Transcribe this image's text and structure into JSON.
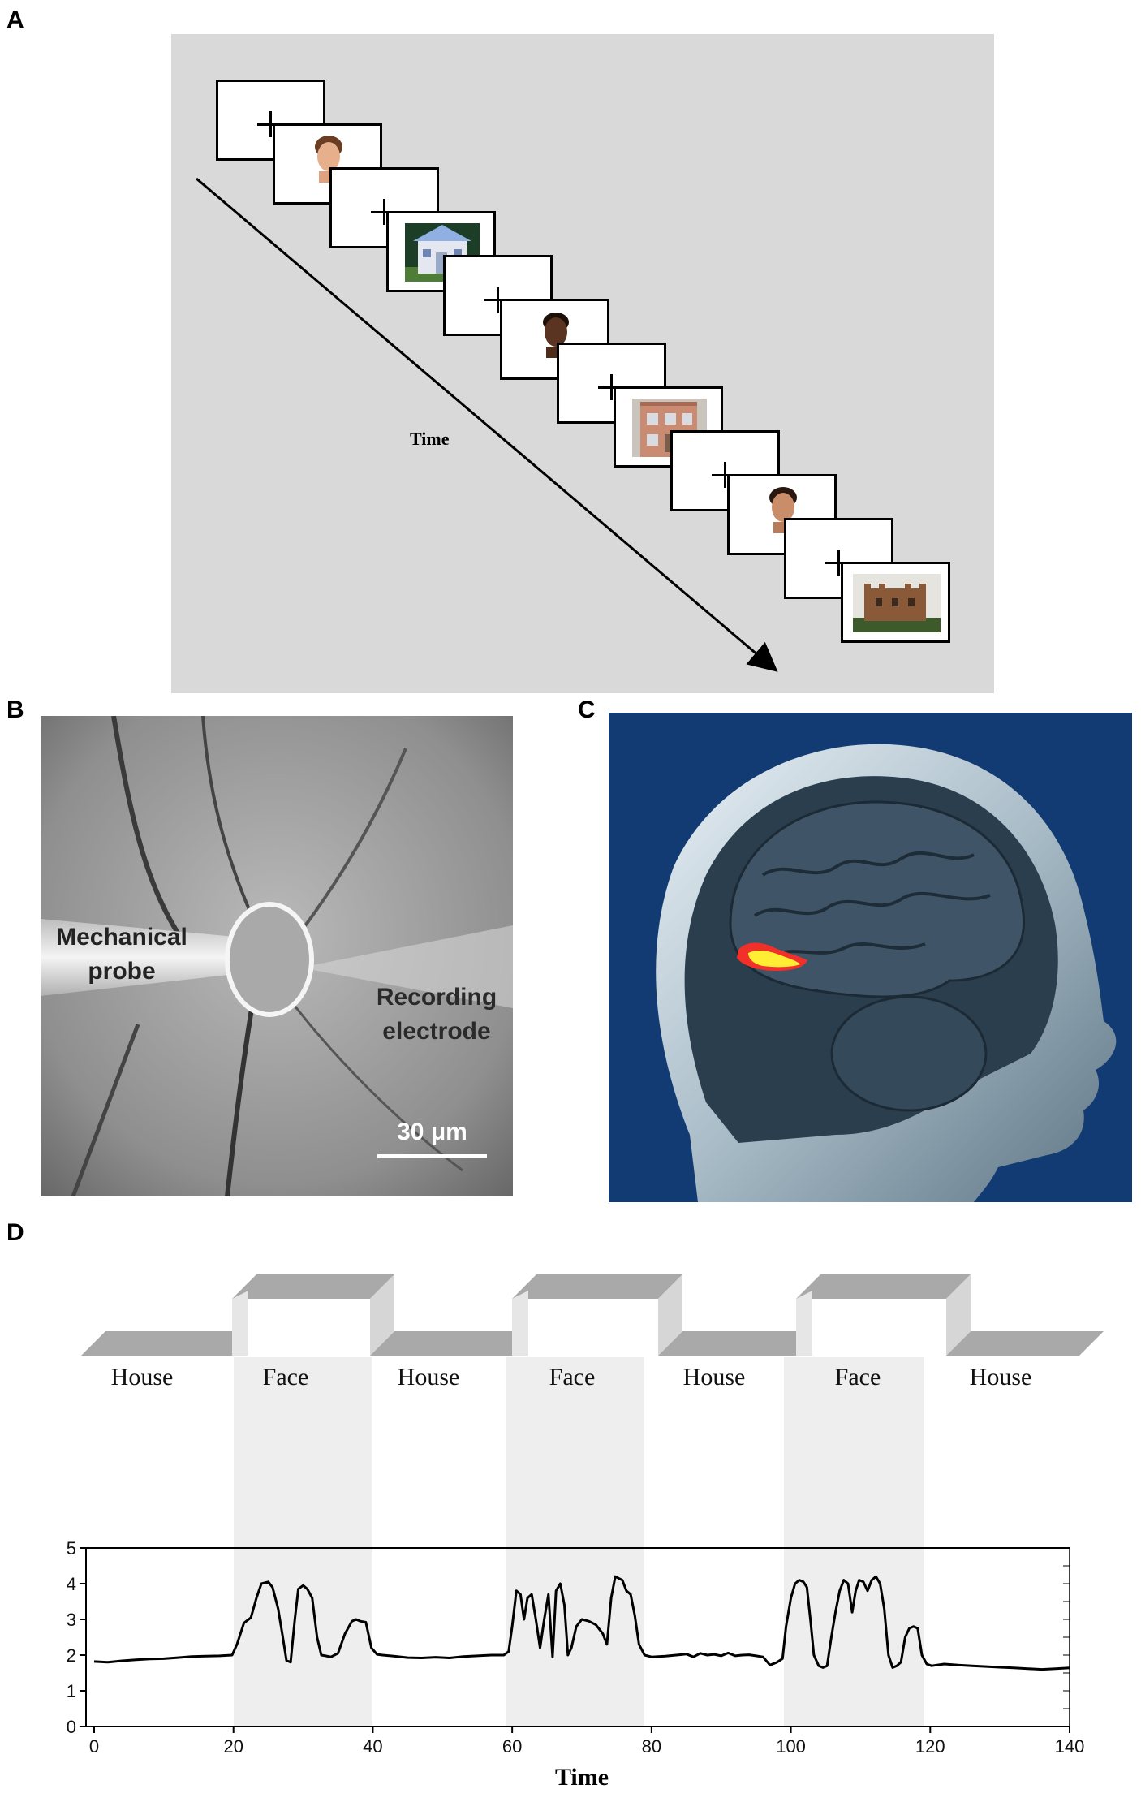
{
  "panels": {
    "a": {
      "letter": "A",
      "time_label": "Time"
    },
    "b": {
      "letter": "B",
      "probe_label": "Mechanical\nprobe",
      "electrode_label": "Recording\nelectrode",
      "scale_label": "30 μm"
    },
    "c": {
      "letter": "C"
    },
    "d": {
      "letter": "D",
      "blocks": [
        "House",
        "Face",
        "House",
        "Face",
        "House",
        "Face",
        "House"
      ]
    }
  },
  "colors": {
    "panel_a_bg": "#d9d9d9",
    "panel_c_bg": "#123b73",
    "activation_hot": "#f2302a",
    "activation_peak": "#ffee33",
    "block_shade": "#eeeeee"
  },
  "chart_data": {
    "type": "line",
    "xlabel": "Time",
    "ylabel": "",
    "xlim": [
      0,
      140
    ],
    "ylim": [
      0,
      5
    ],
    "xticks": [
      0,
      20,
      40,
      60,
      80,
      100,
      120,
      140
    ],
    "yticks": [
      0,
      1,
      2,
      3,
      4,
      5
    ],
    "shaded_intervals": [
      [
        20,
        40
      ],
      [
        59,
        79
      ],
      [
        99,
        119
      ]
    ],
    "series": [
      {
        "name": "",
        "x": [
          0,
          2,
          4,
          6,
          8,
          10,
          12,
          14,
          16,
          18,
          19.8,
          20.5,
          21.5,
          22.5,
          23.3,
          24,
          25,
          25.6,
          26.4,
          27,
          27.6,
          28.2,
          28.8,
          29.3,
          30,
          30.6,
          31.3,
          32,
          32.6,
          33.2,
          34,
          35,
          36,
          37,
          37.6,
          38.2,
          39,
          39.8,
          40.6,
          41.4,
          43,
          45,
          47,
          49,
          51,
          53,
          55,
          57,
          58.8,
          59.5,
          60,
          60.6,
          61.2,
          61.7,
          62.2,
          62.8,
          63.4,
          64,
          64.6,
          65.2,
          65.8,
          66.3,
          66.9,
          67.5,
          68,
          68.5,
          69.2,
          70,
          71,
          72,
          73,
          73.6,
          74.2,
          74.8,
          75.3,
          75.8,
          76.4,
          77,
          77.6,
          78.2,
          79,
          80,
          82,
          84,
          85,
          86,
          87,
          88,
          89,
          90,
          91,
          92,
          93,
          94,
          95,
          96,
          97,
          98,
          98.8,
          99.3,
          100,
          100.6,
          101.2,
          101.8,
          102.3,
          102.8,
          103.3,
          104,
          104.6,
          105.2,
          105.8,
          106.4,
          107,
          107.6,
          108.2,
          108.8,
          109.3,
          109.8,
          110.4,
          111,
          111.6,
          112.2,
          112.8,
          113.4,
          114,
          114.6,
          115.2,
          115.8,
          116.4,
          117,
          117.6,
          118.2,
          118.8,
          119.5,
          120.2,
          122,
          124,
          126,
          128,
          130,
          132,
          134,
          136,
          138,
          140
        ],
        "y": [
          1.82,
          1.8,
          1.84,
          1.87,
          1.89,
          1.9,
          1.93,
          1.96,
          1.97,
          1.98,
          2.0,
          2.3,
          2.9,
          3.05,
          3.6,
          4.0,
          4.05,
          3.9,
          3.3,
          2.6,
          1.85,
          1.8,
          3.0,
          3.85,
          3.95,
          3.85,
          3.6,
          2.5,
          2.0,
          1.98,
          1.95,
          2.05,
          2.6,
          2.95,
          3.0,
          2.95,
          2.92,
          2.2,
          2.02,
          2.0,
          1.97,
          1.93,
          1.92,
          1.94,
          1.92,
          1.96,
          1.98,
          2.0,
          2.0,
          2.1,
          2.8,
          3.8,
          3.7,
          3.0,
          3.6,
          3.7,
          3.0,
          2.2,
          3.0,
          3.7,
          1.95,
          3.8,
          4.0,
          3.4,
          2.0,
          2.2,
          2.8,
          3.0,
          2.95,
          2.85,
          2.6,
          2.3,
          3.6,
          4.2,
          4.15,
          4.1,
          3.8,
          3.7,
          3.1,
          2.3,
          2.0,
          1.95,
          1.97,
          2.01,
          2.03,
          1.95,
          2.05,
          2.0,
          2.02,
          1.98,
          2.06,
          1.98,
          2.0,
          2.01,
          1.98,
          1.95,
          1.72,
          1.8,
          1.9,
          2.8,
          3.6,
          4.0,
          4.1,
          4.05,
          3.9,
          3.0,
          2.0,
          1.7,
          1.65,
          1.7,
          2.5,
          3.2,
          3.8,
          4.1,
          4.0,
          3.2,
          3.8,
          4.1,
          4.05,
          3.8,
          4.1,
          4.2,
          4.0,
          3.3,
          2.0,
          1.65,
          1.7,
          1.8,
          2.5,
          2.75,
          2.8,
          2.75,
          2.0,
          1.75,
          1.7,
          1.75,
          1.72,
          1.7,
          1.68,
          1.66,
          1.64,
          1.62,
          1.6,
          1.62,
          1.64
        ]
      }
    ]
  }
}
